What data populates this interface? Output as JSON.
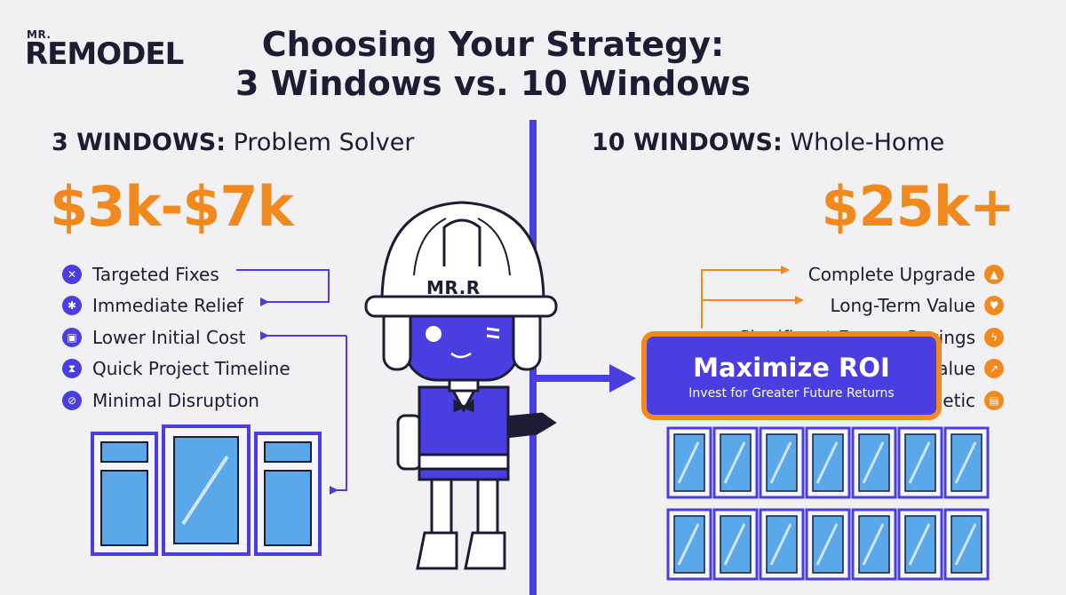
{
  "logo": {
    "small": "MR.",
    "big": "REMODEL"
  },
  "title": {
    "line1": "Choosing Your Strategy:",
    "line2": "3 Windows vs. 10 Windows"
  },
  "left": {
    "heading_bold": "3 WINDOWS:",
    "heading_rest": " Problem Solver",
    "price": "$3k-$7k",
    "items": [
      {
        "label": "Targeted Fixes",
        "icon": "wrench-icon"
      },
      {
        "label": "Immediate Relief",
        "icon": "lightbulb-icon"
      },
      {
        "label": "Lower Initial Cost",
        "icon": "wallet-icon"
      },
      {
        "label": "Quick Project Timeline",
        "icon": "hourglass-icon"
      },
      {
        "label": "Minimal Disruption",
        "icon": "no-disruption-icon"
      }
    ]
  },
  "right": {
    "heading_bold": "10 WINDOWS:",
    "heading_rest": " Whole-Home",
    "price": "$25k+",
    "items": [
      {
        "label": "Complete Upgrade",
        "icon": "chart-up-icon"
      },
      {
        "label": "Long-Term Value",
        "icon": "heart-hand-icon"
      },
      {
        "label": "Significant Energy Savings",
        "icon": "bolt-icon"
      },
      {
        "label": "alue",
        "icon": "trend-icon"
      },
      {
        "label": "etic",
        "icon": "frame-icon"
      }
    ]
  },
  "roi": {
    "title": "Maximize ROI",
    "subtitle": "Invest for Greater Future Returns"
  },
  "mascot": {
    "helmet_text": "MR.R"
  },
  "colors": {
    "accent": "#4a3ee0",
    "orange": "#f08a1e",
    "dark": "#1b1e33",
    "glass": "#5aa7ea"
  }
}
